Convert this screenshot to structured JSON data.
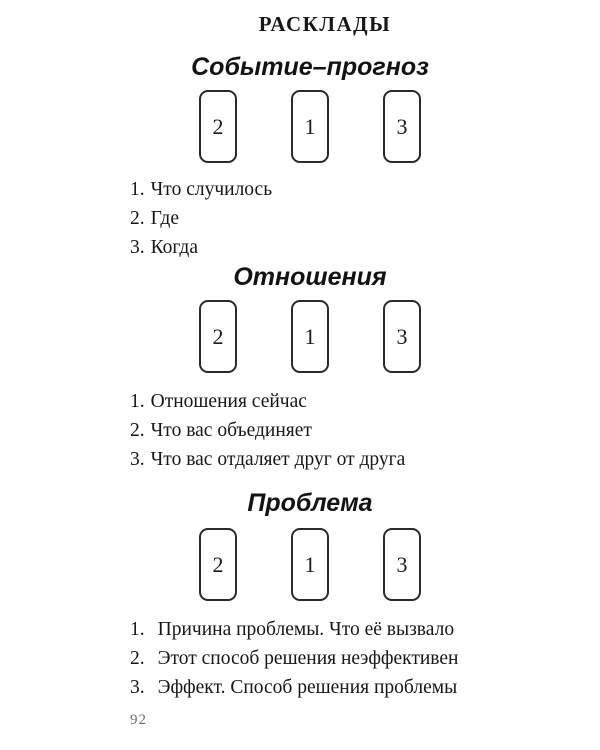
{
  "page": {
    "title": "РАСКЛАДЫ",
    "number": "92"
  },
  "sections": [
    {
      "title": "Событие–прогноз",
      "cards": [
        "2",
        "1",
        "3"
      ],
      "items": [
        {
          "num": "1.",
          "text": "Что случилось"
        },
        {
          "num": "2.",
          "text": "Где"
        },
        {
          "num": "3.",
          "text": "Когда"
        }
      ]
    },
    {
      "title": "Отношения",
      "cards": [
        "2",
        "1",
        "3"
      ],
      "items": [
        {
          "num": "1.",
          "text": "Отношения сейчас"
        },
        {
          "num": "2.",
          "text": "Что вас объединяет"
        },
        {
          "num": "3.",
          "text": "Что вас отдаляет друг от друга"
        }
      ]
    },
    {
      "title": "Проблема",
      "cards": [
        "2",
        "1",
        "3"
      ],
      "items": [
        {
          "num": "1.",
          "text": "Причина проблемы. Что её вызвало"
        },
        {
          "num": "2.",
          "text": "Этот способ решения неэффективен"
        },
        {
          "num": "3.",
          "text": "Эффект. Способ решения проблемы"
        }
      ]
    }
  ]
}
